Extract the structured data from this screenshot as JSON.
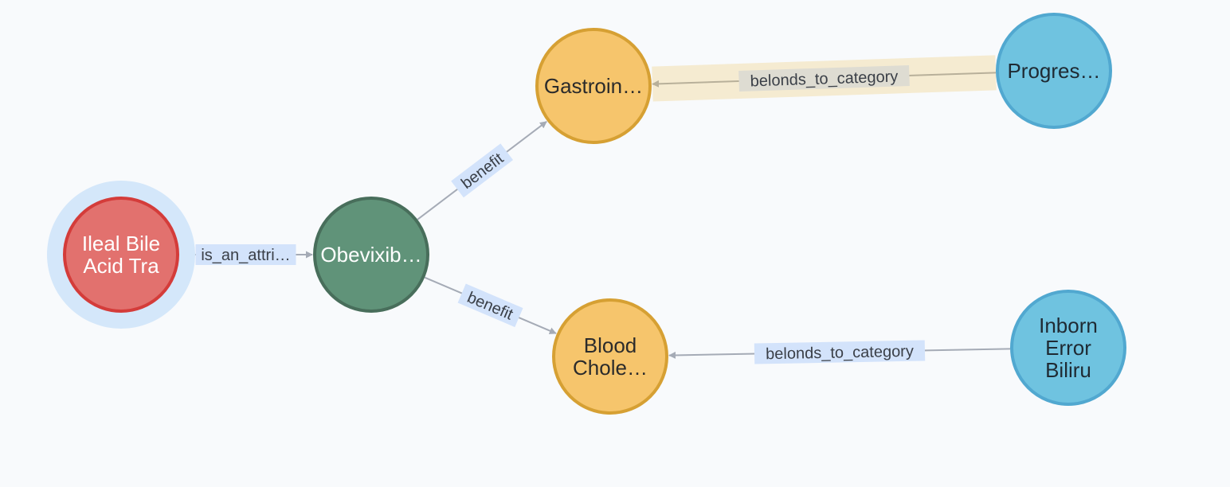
{
  "colors": {
    "background": "#f8fafc",
    "edge": "#a5abb6",
    "edge_label_bg": "#d3e3fb",
    "selected_edge_band": "#f5ebd1",
    "selected_edge_label_bg": "#dedcd2",
    "selected_edge_line": "#b8b09a",
    "selection_halo": "#d4e7fa",
    "attribute_fill": "#e2716e",
    "attribute_stroke": "#d43c3a",
    "drug_fill": "#609379",
    "drug_stroke": "#486e5b",
    "benefit_fill": "#f6c56c",
    "benefit_stroke": "#d6a033",
    "disease_fill": "#6fc3e0",
    "disease_stroke": "#51a8d0"
  },
  "nodes": [
    {
      "id": "ileal",
      "lines": [
        "Ileal Bile",
        "Acid Tra"
      ],
      "kind": "attribute",
      "selected": true
    },
    {
      "id": "obevix",
      "lines": [
        "Obevixib…"
      ],
      "kind": "drug"
    },
    {
      "id": "gastro",
      "lines": [
        "Gastroin…"
      ],
      "kind": "benefit"
    },
    {
      "id": "blood",
      "lines": [
        "Blood",
        "Chole…"
      ],
      "kind": "benefit"
    },
    {
      "id": "progres",
      "lines": [
        "Progres…"
      ],
      "kind": "disease"
    },
    {
      "id": "inborn",
      "lines": [
        "Inborn",
        "Error",
        "Biliru"
      ],
      "kind": "disease"
    }
  ],
  "edges": [
    {
      "id": "e-attr",
      "from": "ileal",
      "to": "obevix",
      "label": "is_an_attri…"
    },
    {
      "id": "e-benefit-gastro",
      "from": "obevix",
      "to": "gastro",
      "label": "benefit"
    },
    {
      "id": "e-benefit-blood",
      "from": "obevix",
      "to": "blood",
      "label": "benefit"
    },
    {
      "id": "e-cat-progres",
      "from": "progres",
      "to": "gastro",
      "label": "belonds_to_category",
      "highlighted": true
    },
    {
      "id": "e-cat-inborn",
      "from": "inborn",
      "to": "blood",
      "label": "belonds_to_category"
    }
  ]
}
